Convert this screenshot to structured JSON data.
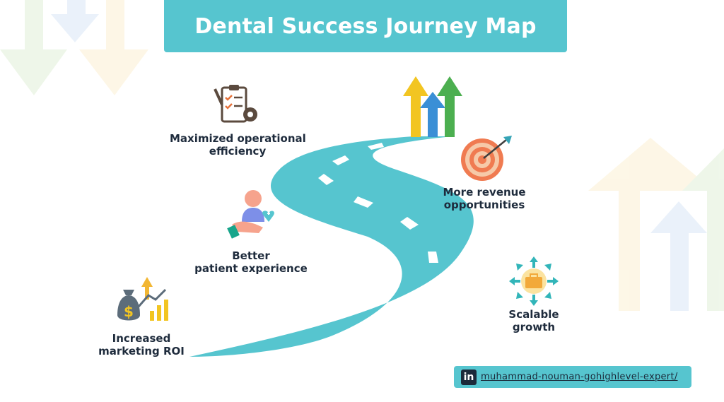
{
  "title": "Dental Success Journey Map",
  "milestones": [
    {
      "id": "efficiency",
      "lines": [
        "Maximized operational",
        "efficiency"
      ],
      "icon": "clipboard-tools-icon"
    },
    {
      "id": "patient",
      "lines": [
        "Better",
        "patient experience"
      ],
      "icon": "patient-care-icon"
    },
    {
      "id": "roi",
      "lines": [
        "Increased",
        "marketing ROI"
      ],
      "icon": "money-bag-growth-icon"
    },
    {
      "id": "revenue",
      "lines": [
        "More revenue",
        "opportunities"
      ],
      "icon": "target-arrow-icon"
    },
    {
      "id": "growth",
      "lines": [
        "Scalable",
        "growth"
      ],
      "icon": "briefcase-expand-icon"
    }
  ],
  "footer": {
    "linkedin_logo": "in",
    "linkedin_text": "muhammad-nouman-gohighlevel-expert/"
  },
  "colors": {
    "accent": "#56c5cf",
    "road": "#56c5cf",
    "text": "#1e2b3c"
  }
}
